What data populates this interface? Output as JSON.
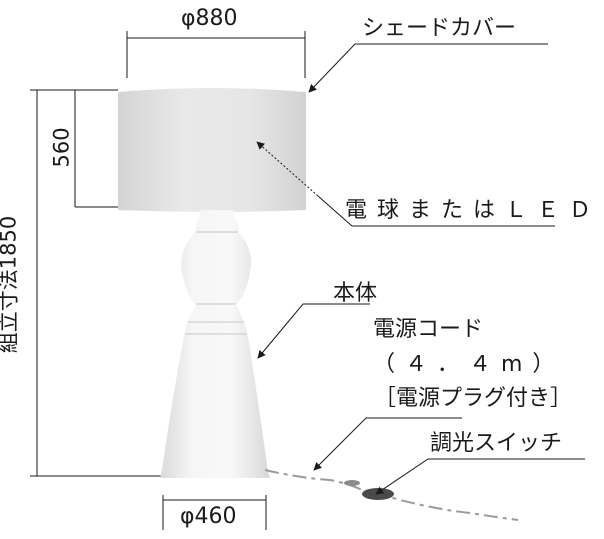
{
  "dimensions": {
    "shade_diameter": "φ880",
    "shade_height": "560",
    "total_height": "組立寸法1850",
    "base_diameter": "φ460"
  },
  "labels": {
    "shade_cover": "シェードカバー",
    "bulb": "電球またはＬＥＤ",
    "body": "本体",
    "cord_title": "電源コード",
    "cord_length": "（４．４m）",
    "cord_plug": "［電源プラグ付き］",
    "dimmer_switch": "調光スイッチ"
  },
  "colors": {
    "line": "#1a1a1a",
    "lamp_light": "#f3f3f3",
    "lamp_shadow": "#d6d6d6",
    "shade": "#e4e4e4"
  }
}
